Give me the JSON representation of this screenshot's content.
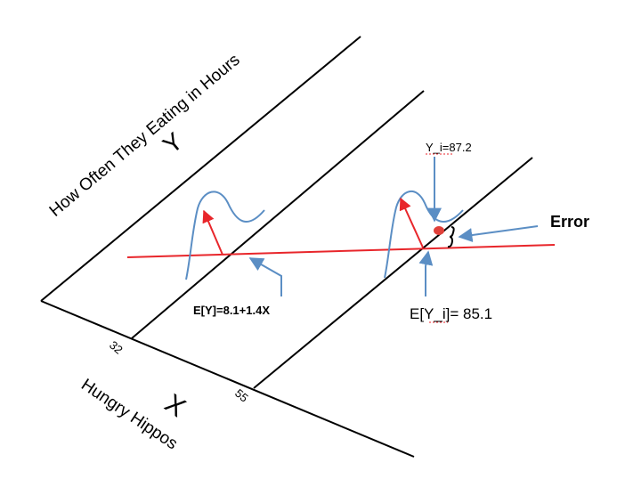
{
  "labels": {
    "y_axis_title": "How Often They Eating in Hours",
    "y_symbol": "Y",
    "x_axis_title": "Hungry Hippos",
    "x_symbol": "X",
    "tick_32": "32",
    "tick_55": "55",
    "regression_eq": "E[Y]=8.1+1.4X",
    "expected_value": "E[Y_i]= 85.1",
    "observed_value": "Y_i=87.2",
    "error_label": "Error"
  },
  "colors": {
    "axis": "#000000",
    "regression": "#e8262b",
    "callout": "#5b8ec4",
    "point": "#e0403a"
  }
}
